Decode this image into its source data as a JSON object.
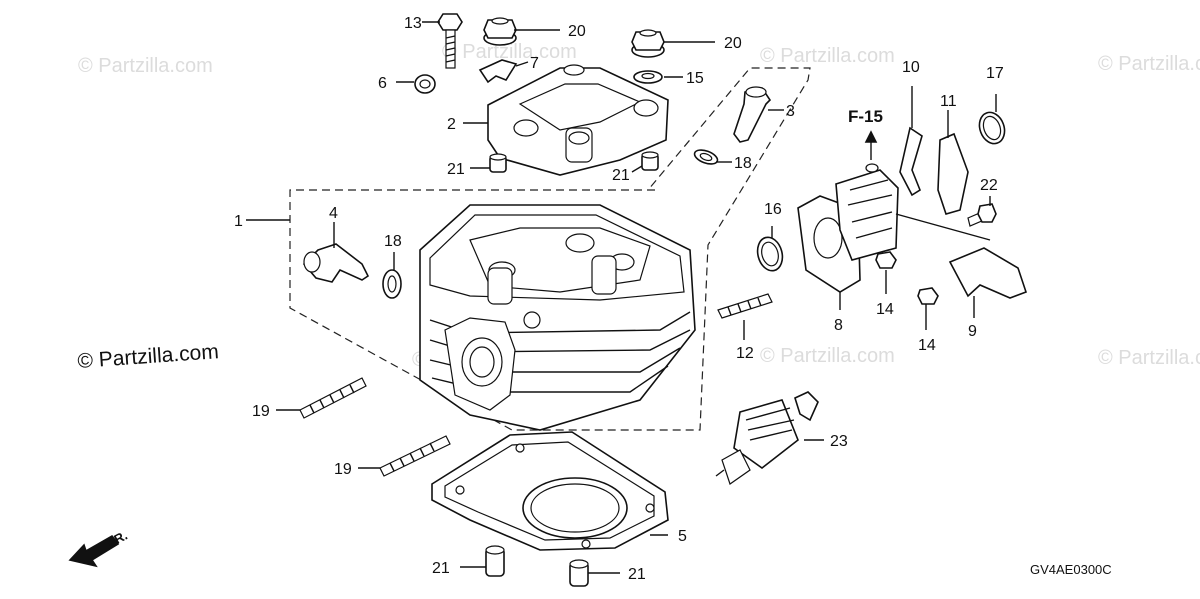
{
  "watermarks": {
    "light": "© Partzilla.com",
    "dark": "© Partzilla.com"
  },
  "reference": "F-15",
  "direction": "FR.",
  "diagram_code": "GV4AE0300C",
  "callouts": {
    "c1": "1",
    "c2": "2",
    "c3": "3",
    "c4": "4",
    "c5": "5",
    "c6": "6",
    "c7": "7",
    "c8": "8",
    "c9": "9",
    "c10": "10",
    "c11": "11",
    "c12": "12",
    "c13": "13",
    "c14a": "14",
    "c14b": "14",
    "c15": "15",
    "c16": "16",
    "c17": "17",
    "c18a": "18",
    "c18b": "18",
    "c19a": "19",
    "c19b": "19",
    "c20a": "20",
    "c20b": "20",
    "c21a": "21",
    "c21b": "21",
    "c21c": "21",
    "c21d": "21",
    "c22": "22",
    "c23": "23"
  }
}
